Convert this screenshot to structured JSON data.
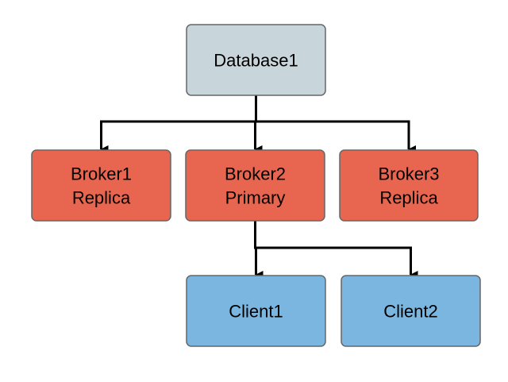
{
  "diagram": {
    "nodes": [
      {
        "id": "database1",
        "lines": [
          "Database1"
        ],
        "fill": "#c8d5da"
      },
      {
        "id": "broker1",
        "lines": [
          "Broker1",
          "Replica"
        ],
        "fill": "#e86650"
      },
      {
        "id": "broker2",
        "lines": [
          "Broker2",
          "Primary"
        ],
        "fill": "#e86650"
      },
      {
        "id": "broker3",
        "lines": [
          "Broker3",
          "Replica"
        ],
        "fill": "#e86650"
      },
      {
        "id": "client1",
        "lines": [
          "Client1"
        ],
        "fill": "#7ab6e0"
      },
      {
        "id": "client2",
        "lines": [
          "Client2"
        ],
        "fill": "#7ab6e0"
      }
    ],
    "edges": [
      {
        "from": "database1",
        "to": "broker1"
      },
      {
        "from": "database1",
        "to": "broker2"
      },
      {
        "from": "database1",
        "to": "broker3"
      },
      {
        "from": "broker2",
        "to": "client1"
      },
      {
        "from": "broker2",
        "to": "client2"
      }
    ]
  }
}
